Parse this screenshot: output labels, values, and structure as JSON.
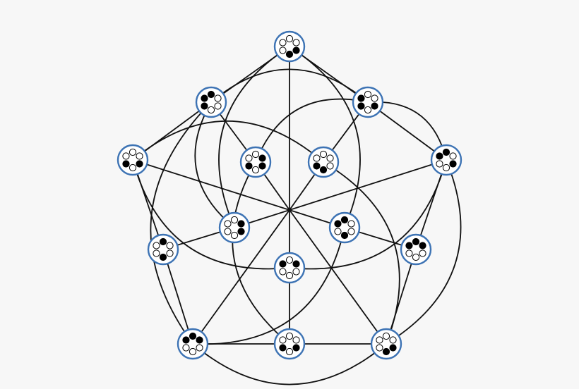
{
  "colors": {
    "background": "#f7f7f7",
    "line": "#111111",
    "node_ring": "#3d73b4",
    "node_fill": "#ffffff",
    "dot_filled": "#000000",
    "dot_empty": "#ffffff"
  },
  "graph": {
    "center_hub": "c",
    "nodes": [
      {
        "id": "T",
        "dots": [
          0,
          0,
          1,
          1,
          0,
          0
        ]
      },
      {
        "id": "UL",
        "dots": [
          1,
          0,
          0,
          0,
          1,
          1
        ]
      },
      {
        "id": "UR",
        "dots": [
          0,
          0,
          1,
          0,
          1,
          1
        ]
      },
      {
        "id": "L",
        "dots": [
          0,
          0,
          1,
          0,
          1,
          0
        ]
      },
      {
        "id": "IL",
        "dots": [
          0,
          1,
          1,
          0,
          1,
          0
        ]
      },
      {
        "id": "IR",
        "dots": [
          0,
          0,
          0,
          1,
          1,
          0
        ]
      },
      {
        "id": "R",
        "dots": [
          1,
          0,
          1,
          0,
          0,
          1
        ]
      },
      {
        "id": "ML",
        "dots": [
          0,
          1,
          1,
          0,
          0,
          0
        ]
      },
      {
        "id": "MR",
        "dots": [
          1,
          0,
          0,
          1,
          0,
          1
        ]
      },
      {
        "id": "LL",
        "dots": [
          1,
          0,
          0,
          1,
          0,
          0
        ]
      },
      {
        "id": "RR",
        "dots": [
          1,
          1,
          0,
          0,
          0,
          1
        ]
      },
      {
        "id": "C",
        "dots": [
          0,
          1,
          0,
          0,
          0,
          1
        ]
      },
      {
        "id": "BL",
        "dots": [
          1,
          1,
          0,
          0,
          0,
          1
        ]
      },
      {
        "id": "BM",
        "dots": [
          0,
          0,
          1,
          0,
          1,
          0
        ]
      },
      {
        "id": "BR",
        "dots": [
          0,
          0,
          1,
          1,
          0,
          0
        ]
      }
    ],
    "edges": [
      [
        "T",
        "UL"
      ],
      [
        "T",
        "UR"
      ],
      [
        "L",
        "UL"
      ],
      [
        "UR",
        "R"
      ],
      [
        "L",
        "LL"
      ],
      [
        "R",
        "RR"
      ],
      [
        "LL",
        "BL"
      ],
      [
        "RR",
        "BR"
      ],
      [
        "BL",
        "BM"
      ],
      [
        "BM",
        "BR"
      ],
      [
        "UL",
        "IL"
      ],
      [
        "UR",
        "IR"
      ],
      [
        "LL",
        "ML"
      ],
      [
        "RR",
        "MR"
      ],
      [
        "BM",
        "C"
      ],
      [
        "T",
        "c"
      ],
      [
        "L",
        "c"
      ],
      [
        "R",
        "c"
      ],
      [
        "BL",
        "c"
      ],
      [
        "BR",
        "c"
      ],
      [
        "IL",
        "c"
      ],
      [
        "IR",
        "c"
      ],
      [
        "ML",
        "c"
      ],
      [
        "MR",
        "c"
      ],
      [
        "C",
        "c"
      ]
    ],
    "arcs": [
      [
        "UL",
        "UR"
      ],
      [
        "UR",
        "R"
      ],
      [
        "R",
        "BR"
      ],
      [
        "BR",
        "BL"
      ],
      [
        "BL",
        "UL"
      ],
      [
        "UL",
        "ML"
      ],
      [
        "UR",
        "IL"
      ],
      [
        "R",
        "C"
      ],
      [
        "BR",
        "IR"
      ],
      [
        "BL",
        "MR"
      ],
      [
        "T",
        "MR"
      ],
      [
        "T",
        "ML"
      ],
      [
        "L",
        "IR"
      ],
      [
        "L",
        "C"
      ],
      [
        "BM",
        "IL"
      ]
    ]
  }
}
